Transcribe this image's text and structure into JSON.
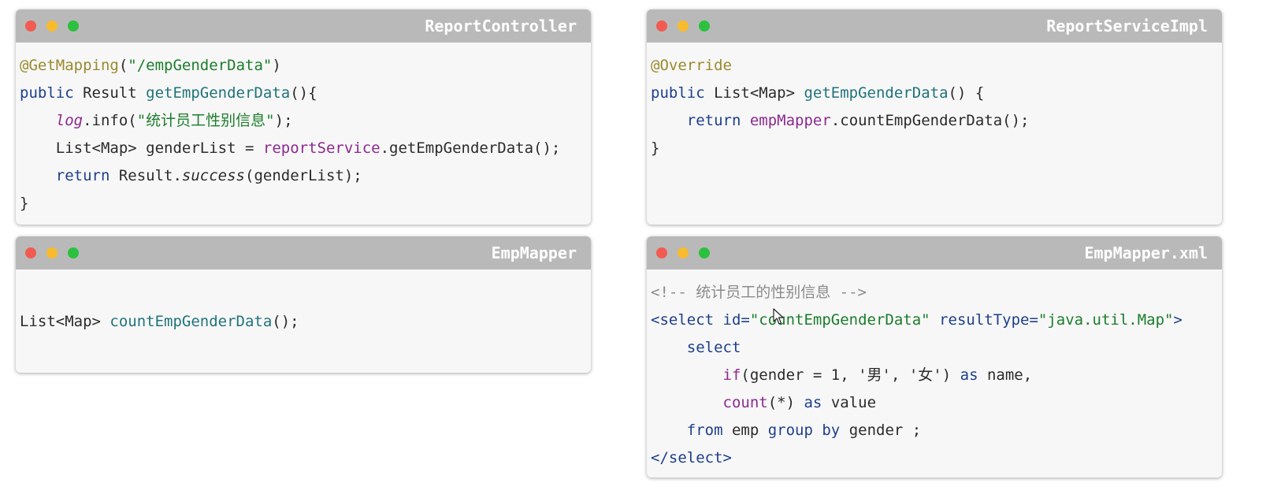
{
  "windows": {
    "controller": {
      "title": "ReportController",
      "l1_ann": "@GetMapping",
      "l1_p1": "(",
      "l1_str": "\"/empGenderData\"",
      "l1_p2": ")",
      "l2_kw": "public",
      "l2_t": " Result ",
      "l2_fn": "getEmpGenderData",
      "l2_rest": "(){",
      "l3_indent": "    ",
      "l3_log": "log",
      "l3_mid": ".info(",
      "l3_str": "\"统计员工性别信息\"",
      "l3_end": ");",
      "l4_indent": "    ",
      "l4_t": "List<Map> genderList = ",
      "l4_field": "reportService",
      "l4_end": ".getEmpGenderData();",
      "l5_indent": "    ",
      "l5_kw": "return",
      "l5_t": " Result.",
      "l5_it": "success",
      "l5_end": "(genderList);",
      "l6": "}"
    },
    "service": {
      "title": "ReportServiceImpl",
      "l1_ann": "@Override",
      "l2_kw": "public",
      "l2_t": " List<Map> ",
      "l2_fn": "getEmpGenderData",
      "l2_rest": "() {",
      "l3_indent": "    ",
      "l3_kw": "return",
      "l3_sp": " ",
      "l3_field": "empMapper",
      "l3_end": ".countEmpGenderData();",
      "l4": "}"
    },
    "mapper": {
      "title": "EmpMapper",
      "l1_t": "List<Map> ",
      "l1_fn": "countEmpGenderData",
      "l1_end": "();"
    },
    "xml": {
      "title": "EmpMapper.xml",
      "l1_cmt": "<!-- 统计员工的性别信息 -->",
      "l2_open": "<select",
      "l2_a1": " id=",
      "l2_v1": "\"countEmpGenderData\"",
      "l2_a2": " resultType=",
      "l2_v2": "\"java.util.Map\"",
      "l2_close": ">",
      "l3_indent": "    ",
      "l3_kw": "select",
      "l4_indent": "        ",
      "l4_kw": "if",
      "l4_t": "(gender = 1, '男', '女') ",
      "l4_as": "as",
      "l4_end": " name,",
      "l5_indent": "        ",
      "l5_fn": "count",
      "l5_t": "(*) ",
      "l5_as": "as",
      "l5_end": " value",
      "l6_indent": "    ",
      "l6_kw1": "from",
      "l6_t": " emp ",
      "l6_kw2": "group by",
      "l6_end": " gender ;",
      "l7": "</select>"
    }
  }
}
